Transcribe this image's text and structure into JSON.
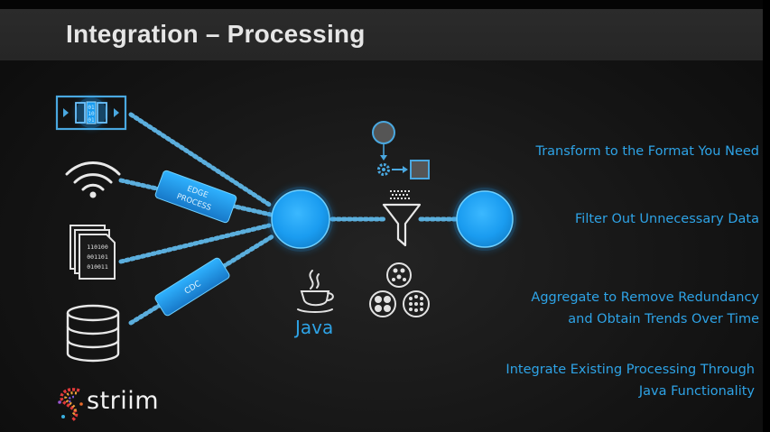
{
  "slide": {
    "title": "Integration – Processing",
    "edge_label_line1": "EDGE",
    "edge_label_line2": "PROCESS",
    "cdc_label": "CDC",
    "file_lines": [
      "110100",
      "001101",
      "010011"
    ],
    "java_label": "Java",
    "logo_text": "striim",
    "features": [
      {
        "line1": "Transform to the Format You Need"
      },
      {
        "line1": "Filter Out Unnecessary Data"
      },
      {
        "line1": "Aggregate to Remove Redundancy",
        "line2": "and Obtain Trends Over Time"
      },
      {
        "line1": "Integrate Existing Processing Through",
        "line2": "Java Functionality"
      }
    ]
  },
  "colors": {
    "accent": "#2ea3e6",
    "node": "#1fa0f0",
    "icon_stroke": "#4aa8e0",
    "title": "#e6e6e6"
  },
  "icons": [
    "stream-icon",
    "wifi-icon",
    "files-icon",
    "database-icon",
    "funnel-icon",
    "java-cup-icon",
    "workflow-icon",
    "aggregate-icon",
    "striim-logo-icon"
  ]
}
